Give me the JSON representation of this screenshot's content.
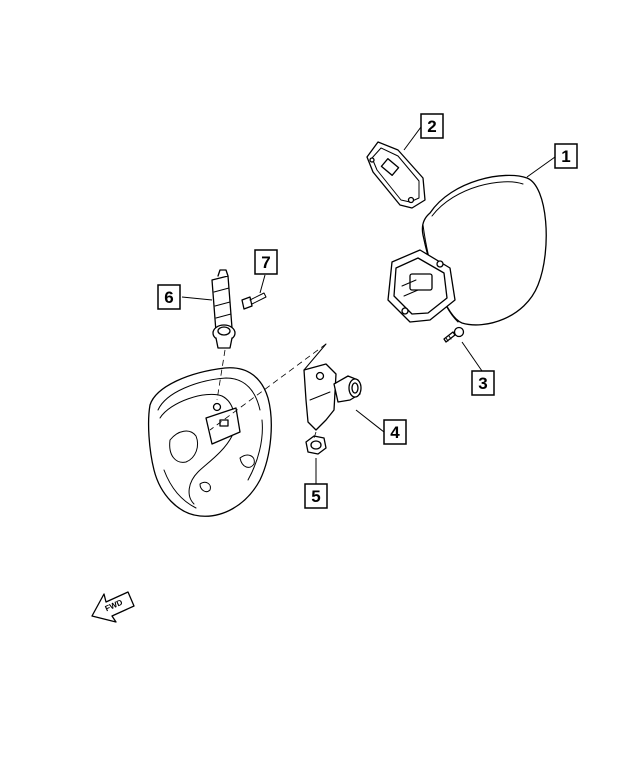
{
  "callouts": [
    {
      "id": "1",
      "label": "1"
    },
    {
      "id": "2",
      "label": "2"
    },
    {
      "id": "3",
      "label": "3"
    },
    {
      "id": "4",
      "label": "4"
    },
    {
      "id": "5",
      "label": "5"
    },
    {
      "id": "6",
      "label": "6"
    },
    {
      "id": "7",
      "label": "7"
    }
  ],
  "fwd_arrow": {
    "label": "FWD",
    "icon": "forward-arrow-icon"
  }
}
